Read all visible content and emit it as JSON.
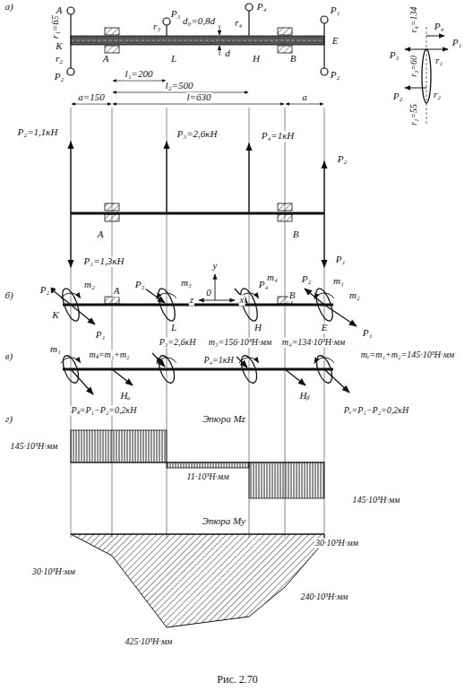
{
  "diagram": {
    "caption": "Рис. 2.70",
    "labels": [
      "а)",
      "r₁=65",
      "A",
      "K",
      "r₂",
      "P₂",
      "A",
      "L",
      "r₃",
      "P₃",
      "d₀=0,8d",
      "d",
      "r₄",
      "P₄",
      "H",
      "B",
      "P₁",
      "E",
      "P₂",
      "l₁=200",
      "l₂=500",
      "a=150",
      "l=630",
      "a",
      "r₄=134",
      "P₄",
      "P₃",
      "r₃=60",
      "r₁",
      "P₁",
      "r₂",
      "P₂",
      "r₂=55",
      "P₂=1,1кН",
      "P₃=2,6кН",
      "P₄=1кН",
      "P₂",
      "A",
      "B",
      "P₁=1,3кН",
      "P₁",
      "б)",
      "m₂",
      "P₂",
      "K",
      "A",
      "P₁",
      "P₃",
      "m₃",
      "L",
      "y",
      "0",
      "z",
      "x",
      "P₄",
      "m₄",
      "B",
      "H",
      "P₂",
      "m₁",
      "m₂",
      "E",
      "P₁",
      "в)",
      "m₁",
      "mₖ=m₁+m₂",
      "P₃=2,6кН",
      "m₃=156·10³Н·мм",
      "m₄=134·10³Н·мм",
      "mₑ=m₁+m₂=145·10³Н·мм",
      "P₄=1кН",
      "Hₐ",
      "Hᵦ",
      "Pₖ=P₁−P₂=0,2кН",
      "Pₑ=P₁−P₂=0,2кН",
      "г)",
      "Эпюра Mz",
      "145·10³Н·мм",
      "11·10³Н·мм",
      "145·10³Н·мм",
      "Эпюра My",
      "30·10³Н·мм",
      "30·10³Н·мм",
      "425·10³Н·мм",
      "240·10³Н·мм"
    ]
  }
}
